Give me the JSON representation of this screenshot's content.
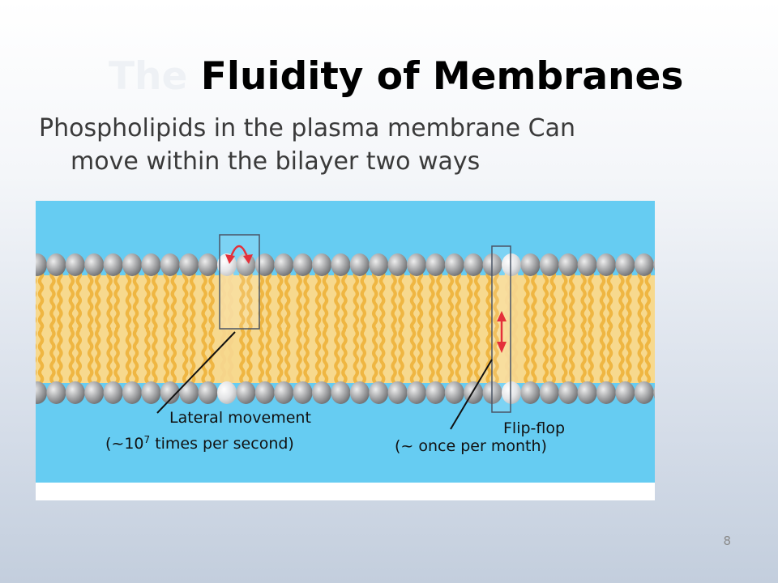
{
  "slide": {
    "title_faded": "The",
    "title_main": "Fluidity of Membranes",
    "subtitle_line1": "Phospholipids in the plasma membrane Can",
    "subtitle_line2": "move within the bilayer two ways",
    "page_number": "8"
  },
  "figure": {
    "labels": {
      "lateral": "Lateral movement",
      "lateral_rate_prefix": "(~10",
      "lateral_rate_exp": "7",
      "lateral_rate_suffix": " times per second)",
      "flipflop": "Flip-flop",
      "flipflop_rate": "(~ once per month)"
    },
    "colors": {
      "water": "#66ccf2",
      "head": "#9fa0a2",
      "tail": "#efb642",
      "arrow": "#e4303a",
      "highlight_box": "#4a5566"
    }
  }
}
